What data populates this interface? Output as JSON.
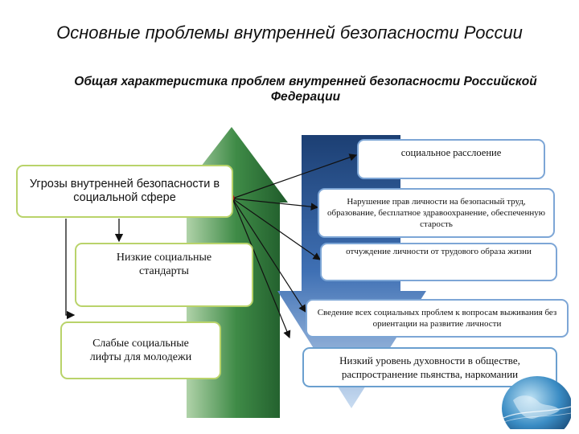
{
  "slide": {
    "title": "Основные проблемы внутренней безопасности России",
    "subtitle": "Общая характеристика проблем внутренней безопасности Российской Федерации"
  },
  "left_items": [
    {
      "id": "threats",
      "text": "Угрозы внутренней безопасности в социальной сфере"
    },
    {
      "id": "low-standards",
      "text": "Низкие социальные стандарты"
    },
    {
      "id": "weak-lifts",
      "text": "Слабые социальные лифты для молодежи"
    }
  ],
  "right_items": [
    {
      "id": "stratification",
      "text": "социальное расслоение"
    },
    {
      "id": "rights-violation",
      "text": "Нарушение прав личности на безопасный труд, образование, бесплатное здравоохранение, обеспеченную старость"
    },
    {
      "id": "alienation",
      "text": "отчуждение личности от трудового образа жизни"
    },
    {
      "id": "survival",
      "text": "Сведение всех социальных проблем к вопросам выживания без ориентации на развитие личности"
    },
    {
      "id": "low-spirituality",
      "text": "Низкий уровень духовности в обществе, распространение пьянства, наркомании"
    }
  ],
  "colors": {
    "green_arrow": "#3e8a45",
    "blue_arrow": "#2f5f9e",
    "left_border": "#b9d36a",
    "right_border": "#7da6d6",
    "connector_dot": "#b01818"
  },
  "icons": [
    "globe-icon"
  ]
}
